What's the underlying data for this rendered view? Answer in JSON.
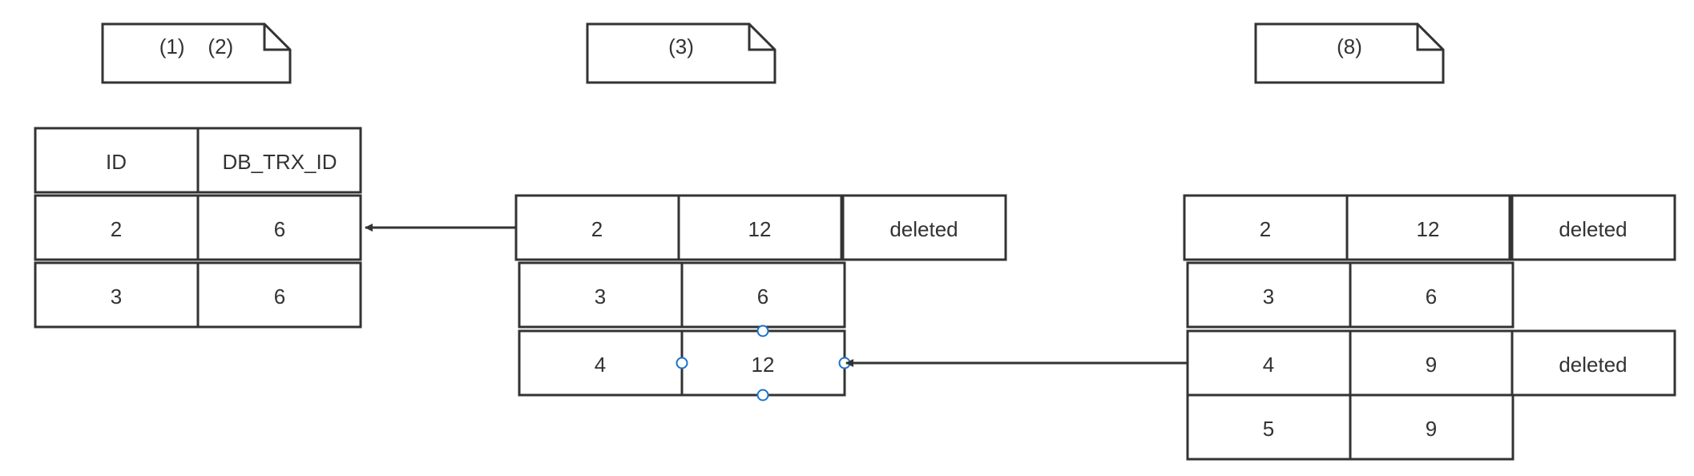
{
  "notes": [
    {
      "label": "(1)    (2)"
    },
    {
      "label": "(3)"
    },
    {
      "label": "(8)"
    }
  ],
  "table_a": {
    "header": [
      "ID",
      "DB_TRX_ID"
    ],
    "rows": [
      [
        "2",
        "6"
      ],
      [
        "3",
        "6"
      ]
    ]
  },
  "table_b": {
    "rows": [
      [
        "2",
        "12",
        "deleted"
      ],
      [
        "3",
        "6",
        ""
      ],
      [
        "4",
        "12",
        ""
      ]
    ]
  },
  "table_c": {
    "rows": [
      [
        "2",
        "12",
        "deleted"
      ],
      [
        "3",
        "6",
        ""
      ],
      [
        "4",
        "9",
        "deleted"
      ],
      [
        "5",
        "9",
        ""
      ]
    ]
  },
  "colors": {
    "stroke": "#333333",
    "text": "#333333",
    "selection_handle": "#1a73c9"
  }
}
